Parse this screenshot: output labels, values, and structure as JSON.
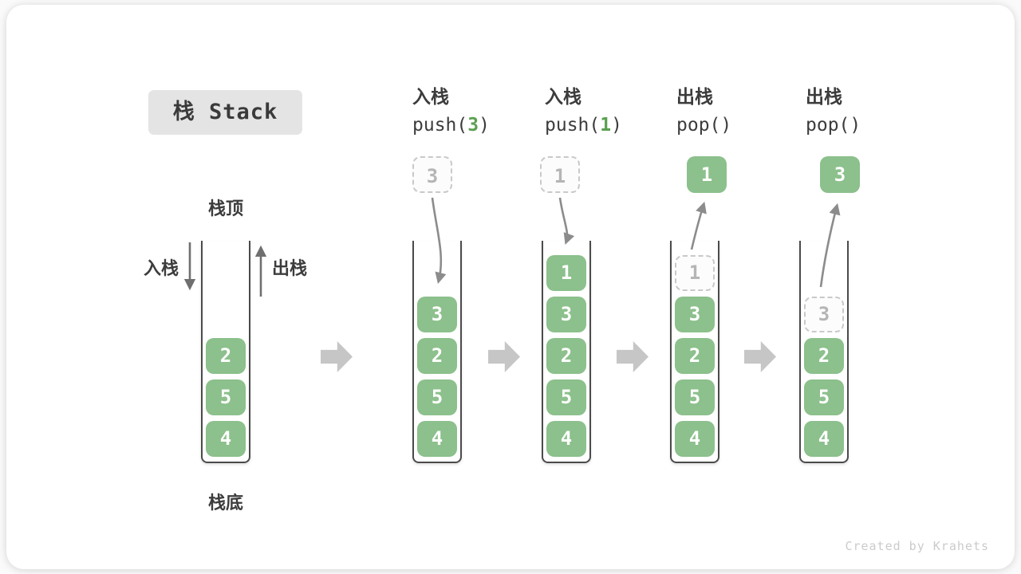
{
  "title": "栈 Stack",
  "watermark": "Created by Krahets",
  "annotations": {
    "stack_top": "栈顶",
    "stack_bottom": "栈底",
    "push_arrow_label": "入栈",
    "pop_arrow_label": "出栈"
  },
  "ops": [
    {
      "label": "入栈",
      "code_pre": "push(",
      "arg": "3",
      "code_post": ")"
    },
    {
      "label": "入栈",
      "code_pre": "push(",
      "arg": "1",
      "code_post": ")"
    },
    {
      "label": "出栈",
      "code_pre": "pop(",
      "arg": "",
      "code_post": ")"
    },
    {
      "label": "出栈",
      "code_pre": "pop(",
      "arg": "",
      "code_post": ")"
    }
  ],
  "floating": [
    {
      "value": "3",
      "style": "dashed"
    },
    {
      "value": "1",
      "style": "dashed"
    },
    {
      "value": "1",
      "style": "solid"
    },
    {
      "value": "3",
      "style": "solid"
    }
  ],
  "stacks": [
    {
      "items": [
        "2",
        "5",
        "4"
      ]
    },
    {
      "items": [
        "3",
        "2",
        "5",
        "4"
      ]
    },
    {
      "items": [
        "1",
        "3",
        "2",
        "5",
        "4"
      ]
    },
    {
      "ghost": "1",
      "items": [
        "3",
        "2",
        "5",
        "4"
      ]
    },
    {
      "ghost": "3",
      "items": [
        "2",
        "5",
        "4"
      ]
    }
  ],
  "colors": {
    "green_box": "#8cc08c",
    "green_text": "#5aa050",
    "curve_arrow": "#8c8c8c",
    "block_arrow": "#c6c6c6",
    "wall": "#4b4b4b"
  }
}
